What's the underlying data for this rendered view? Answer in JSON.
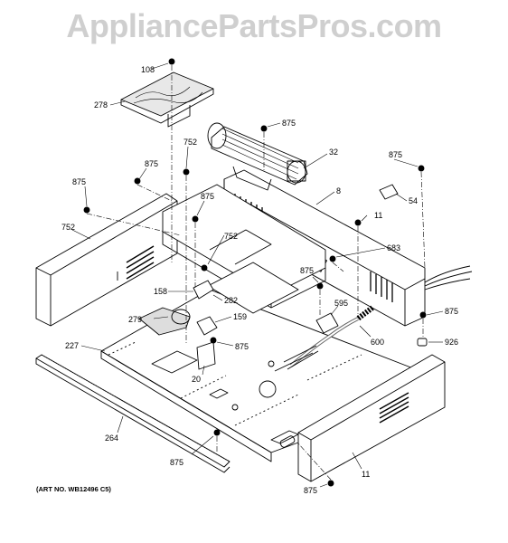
{
  "watermark": "AppliancePartsPros.com",
  "art_number": "(ART NO. WB12496 C5)",
  "parts": [
    {
      "id": "p108",
      "label": "108"
    },
    {
      "id": "p278",
      "label": "278"
    },
    {
      "id": "p875a",
      "label": "875"
    },
    {
      "id": "p752a",
      "label": "752"
    },
    {
      "id": "p32",
      "label": "32"
    },
    {
      "id": "p875b",
      "label": "875"
    },
    {
      "id": "p875c",
      "label": "875"
    },
    {
      "id": "p8",
      "label": "8"
    },
    {
      "id": "p54",
      "label": "54"
    },
    {
      "id": "p875d",
      "label": "875"
    },
    {
      "id": "p11a",
      "label": "11"
    },
    {
      "id": "p752b",
      "label": "752"
    },
    {
      "id": "p875e",
      "label": "875"
    },
    {
      "id": "p752c",
      "label": "752"
    },
    {
      "id": "p683",
      "label": "683"
    },
    {
      "id": "p875f",
      "label": "875"
    },
    {
      "id": "p158",
      "label": "158"
    },
    {
      "id": "p282",
      "label": "282"
    },
    {
      "id": "p595",
      "label": "595"
    },
    {
      "id": "p875g",
      "label": "875"
    },
    {
      "id": "p279",
      "label": "279"
    },
    {
      "id": "p159",
      "label": "159"
    },
    {
      "id": "p600",
      "label": "600"
    },
    {
      "id": "p227",
      "label": "227"
    },
    {
      "id": "p875h",
      "label": "875"
    },
    {
      "id": "p926",
      "label": "926"
    },
    {
      "id": "p20",
      "label": "20"
    },
    {
      "id": "p264",
      "label": "264"
    },
    {
      "id": "p875i",
      "label": "875"
    },
    {
      "id": "p11b",
      "label": "11"
    },
    {
      "id": "p875j",
      "label": "875"
    }
  ]
}
